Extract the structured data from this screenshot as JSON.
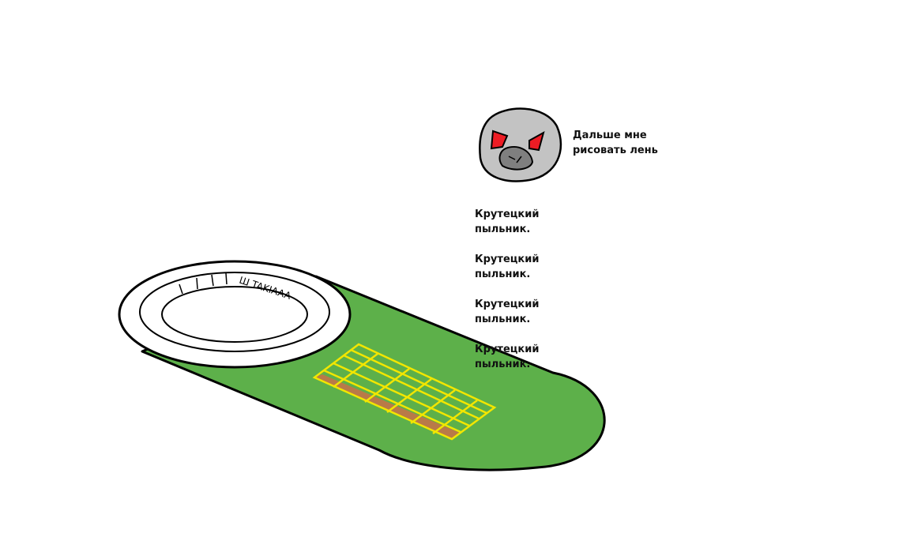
{
  "speech_text": "Дальше мне\nрисовать лень",
  "repeated_caption": [
    "Крутецкий\nпыльник.",
    "Крутецкий\nпыльник.",
    "Крутецкий\nпыльник.",
    "Крутецкий\nпыльник."
  ],
  "wheel_lettering": "Ш TAKIAAA",
  "colors": {
    "felt": "#5db04a",
    "betting_grid": "#f2e600",
    "grid_stripe": "#b97a48",
    "wheel": "#ffffff",
    "face": "#c3c3c3",
    "eyes": "#ed1c24",
    "nose": "#7f7f7f"
  },
  "icons": [
    "roulette-table-icon",
    "roulette-wheel-icon",
    "creature-face-icon"
  ]
}
